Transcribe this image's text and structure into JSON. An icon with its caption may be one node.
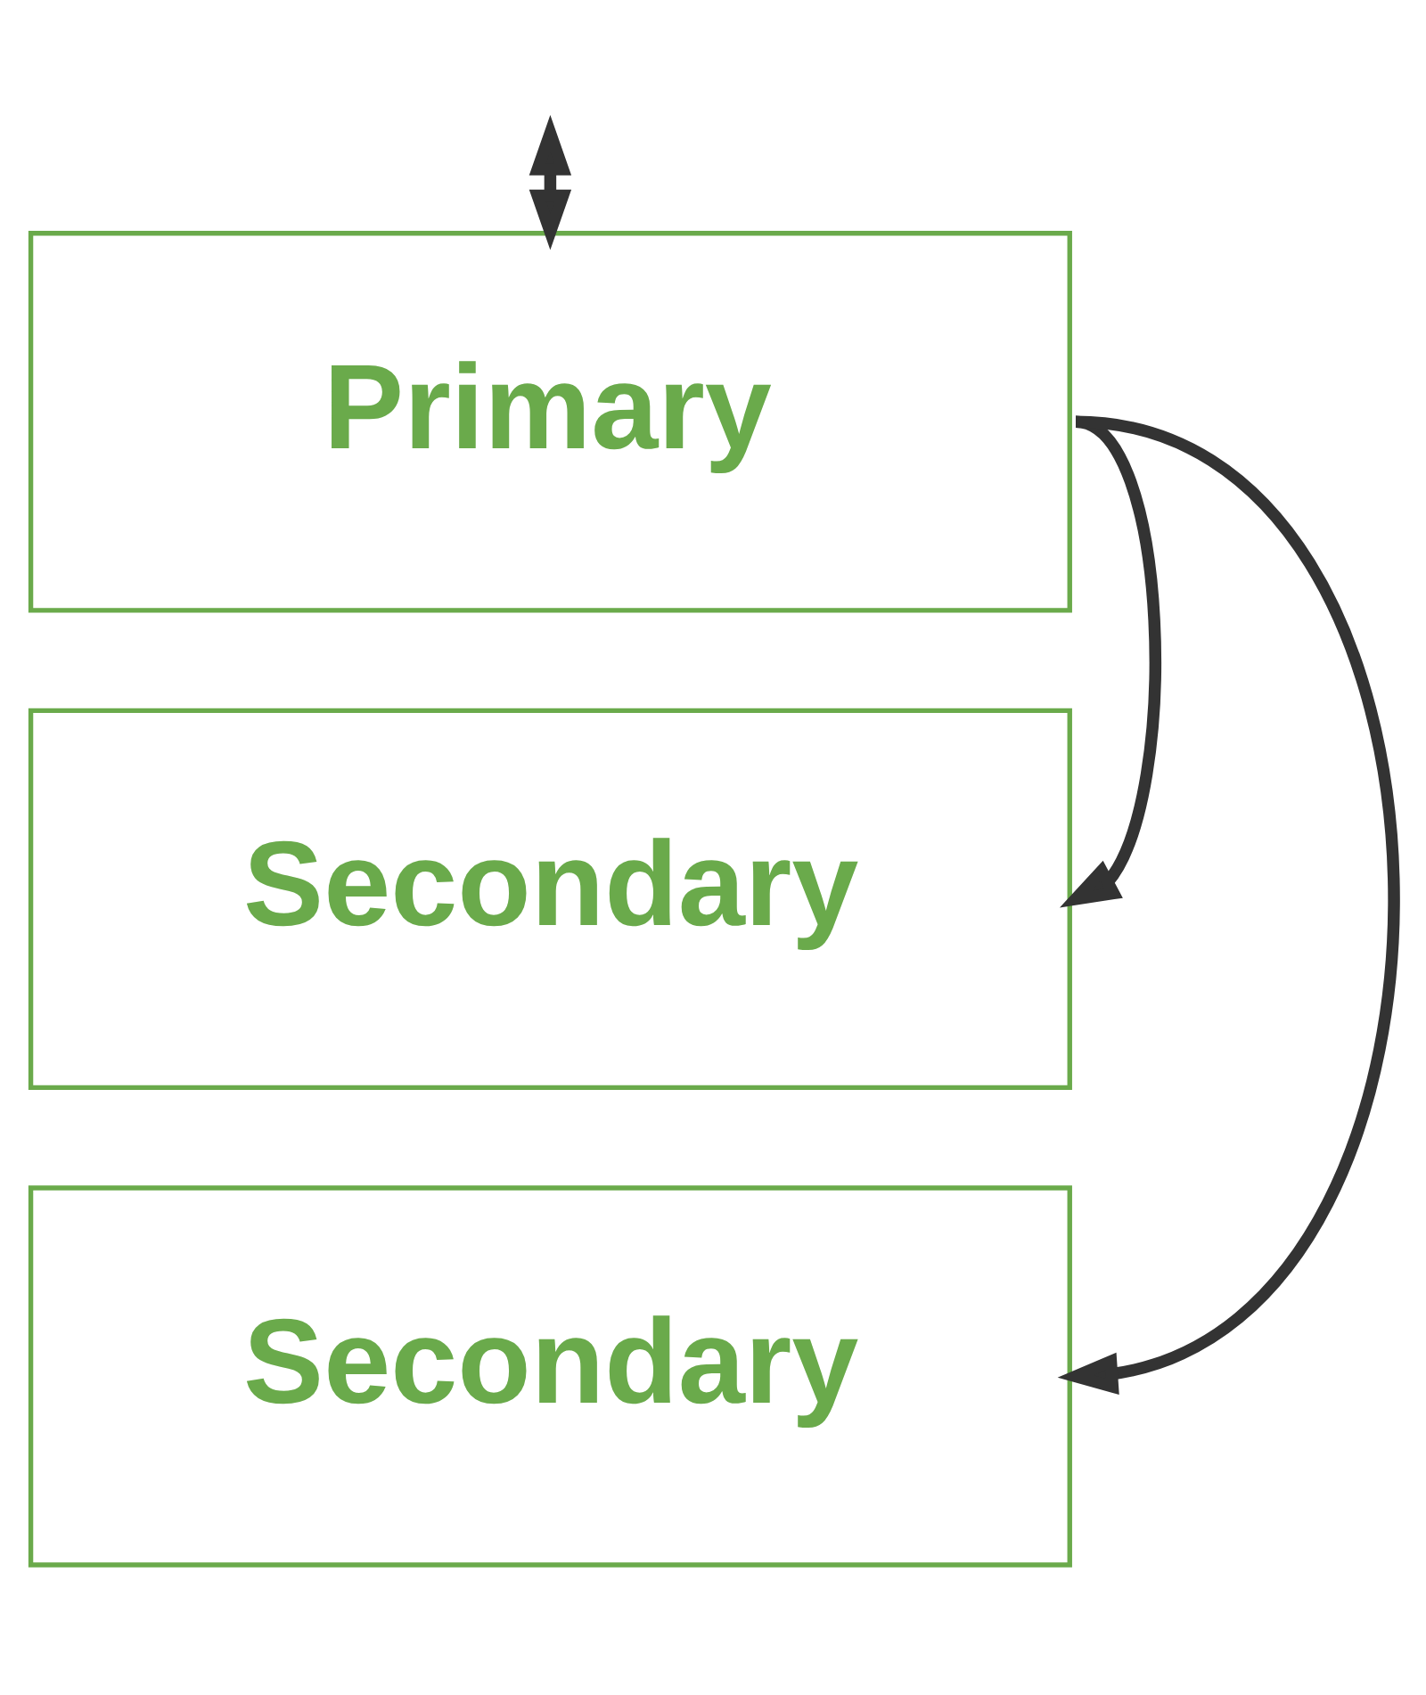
{
  "diagram": {
    "nodes": [
      {
        "text": [
          "Primary"
        ]
      },
      {
        "text": [
          "Secondary"
        ]
      },
      {
        "text": [
          "Secondary"
        ]
      }
    ],
    "edges": [
      {
        "from": null,
        "to": 0,
        "arrow": "both"
      },
      {
        "from": 0,
        "to": 1,
        "arrow": "to"
      },
      {
        "from": 0,
        "to": 2,
        "arrow": "to"
      }
    ]
  }
}
